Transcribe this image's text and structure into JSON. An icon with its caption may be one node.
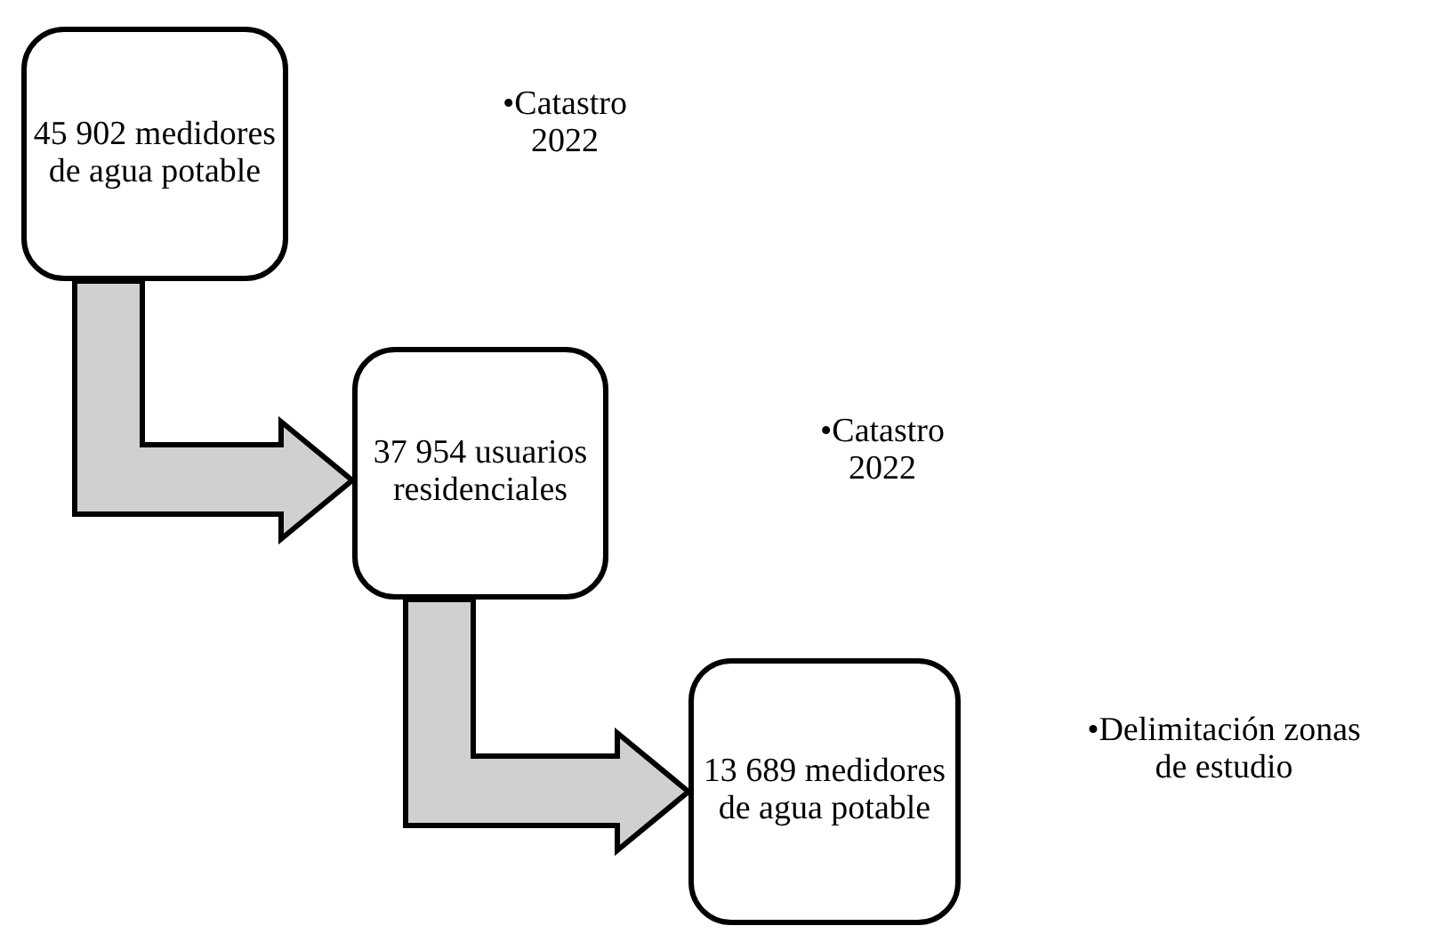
{
  "diagram": {
    "nodes": [
      {
        "text": [
          "45 902 medidores de agua potable"
        ]
      },
      {
        "text": [
          "37 954 usuarios residenciales"
        ]
      },
      {
        "text": [
          "13 689 medidores de agua potable"
        ]
      }
    ],
    "edges": [
      {
        "from": 0,
        "to": 1,
        "arrow": "to"
      },
      {
        "from": 1,
        "to": 2,
        "arrow": "to"
      }
    ],
    "labels": [
      "•Catastro 2022",
      "•Catastro 2022",
      "•Delimitación zonas de estudio"
    ]
  }
}
